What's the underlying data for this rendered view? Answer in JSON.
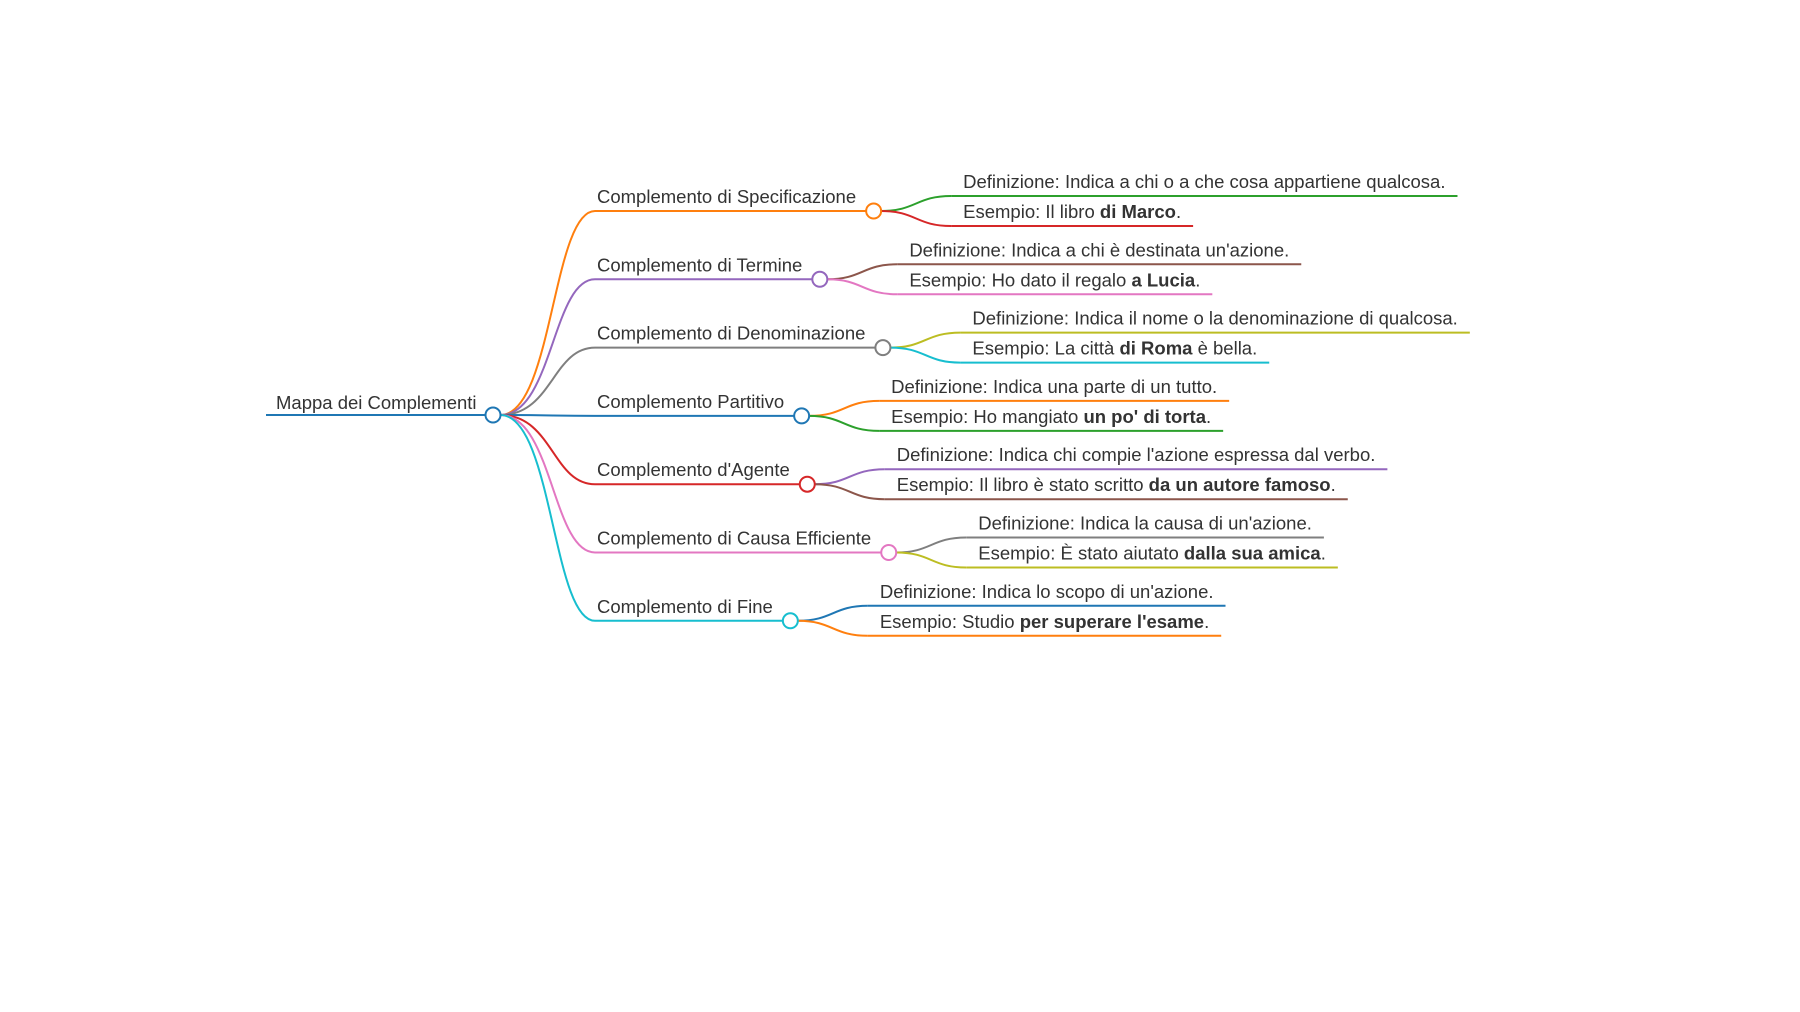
{
  "root": {
    "label": "Mappa dei Complementi",
    "color": "#1f77b4"
  },
  "branches": [
    {
      "label": "Complemento di Specificazione",
      "color": "#ff7f0e",
      "children": [
        {
          "parts": [
            {
              "t": "Definizione: Indica a chi o a che cosa appartiene qualcosa."
            }
          ],
          "color": "#2ca02c"
        },
        {
          "parts": [
            {
              "t": "Esempio: Il libro "
            },
            {
              "t": "di Marco",
              "b": true
            },
            {
              "t": "."
            }
          ],
          "color": "#d62728"
        }
      ]
    },
    {
      "label": "Complemento di Termine",
      "color": "#9467bd",
      "children": [
        {
          "parts": [
            {
              "t": "Definizione: Indica a chi è destinata un'azione."
            }
          ],
          "color": "#8c564b"
        },
        {
          "parts": [
            {
              "t": "Esempio: Ho dato il regalo "
            },
            {
              "t": "a Lucia",
              "b": true
            },
            {
              "t": "."
            }
          ],
          "color": "#e377c2"
        }
      ]
    },
    {
      "label": "Complemento di Denominazione",
      "color": "#7f7f7f",
      "children": [
        {
          "parts": [
            {
              "t": "Definizione: Indica il nome o la denominazione di qualcosa."
            }
          ],
          "color": "#bcbd22"
        },
        {
          "parts": [
            {
              "t": "Esempio: La città "
            },
            {
              "t": "di Roma",
              "b": true
            },
            {
              "t": " è bella."
            }
          ],
          "color": "#17becf"
        }
      ]
    },
    {
      "label": "Complemento Partitivo",
      "color": "#1f77b4",
      "children": [
        {
          "parts": [
            {
              "t": "Definizione: Indica una parte di un tutto."
            }
          ],
          "color": "#ff7f0e"
        },
        {
          "parts": [
            {
              "t": "Esempio: Ho mangiato "
            },
            {
              "t": "un po' di torta",
              "b": true
            },
            {
              "t": "."
            }
          ],
          "color": "#2ca02c"
        }
      ]
    },
    {
      "label": "Complemento d'Agente",
      "color": "#d62728",
      "children": [
        {
          "parts": [
            {
              "t": "Definizione: Indica chi compie l'azione espressa dal verbo."
            }
          ],
          "color": "#9467bd"
        },
        {
          "parts": [
            {
              "t": "Esempio: Il libro è stato scritto "
            },
            {
              "t": "da un autore famoso",
              "b": true
            },
            {
              "t": "."
            }
          ],
          "color": "#8c564b"
        }
      ]
    },
    {
      "label": "Complemento di Causa Efficiente",
      "color": "#e377c2",
      "children": [
        {
          "parts": [
            {
              "t": "Definizione: Indica la causa di un'azione."
            }
          ],
          "color": "#7f7f7f"
        },
        {
          "parts": [
            {
              "t": "Esempio: È stato aiutato "
            },
            {
              "t": "dalla sua amica",
              "b": true
            },
            {
              "t": "."
            }
          ],
          "color": "#bcbd22"
        }
      ]
    },
    {
      "label": "Complemento di Fine",
      "color": "#17becf",
      "children": [
        {
          "parts": [
            {
              "t": "Definizione: Indica lo scopo di un'azione."
            }
          ],
          "color": "#1f77b4"
        },
        {
          "parts": [
            {
              "t": "Esempio: Studio "
            },
            {
              "t": "per superare l'esame",
              "b": true
            },
            {
              "t": "."
            }
          ],
          "color": "#ff7f0e"
        }
      ]
    }
  ]
}
